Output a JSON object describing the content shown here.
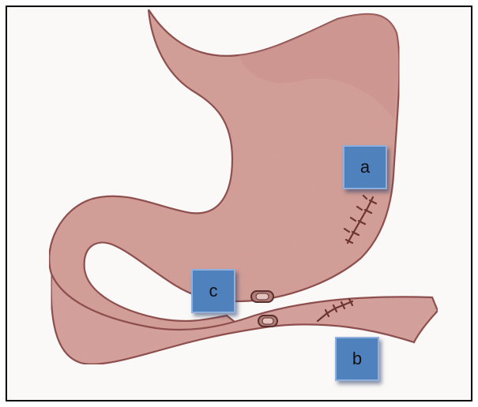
{
  "labels": {
    "a": "a",
    "b": "b",
    "c": "c"
  },
  "colors": {
    "organ_fill": "#d4a09a",
    "organ_outline": "#8a4a48",
    "suture": "#6e3432",
    "label_box": "#4f81bd",
    "frame_border": "#000000"
  }
}
